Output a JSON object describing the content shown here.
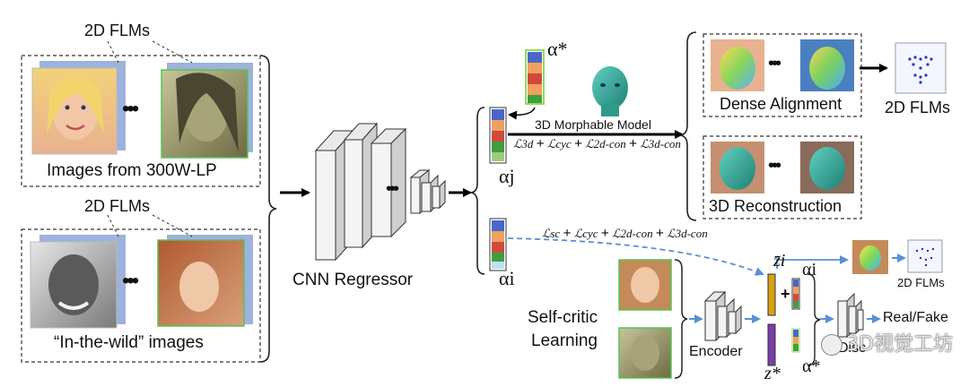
{
  "labels": {
    "flms_top": "2D FLMs",
    "dataset_300w": "Images from 300W-LP",
    "flms_mid": "2D FLMs",
    "dataset_wild": "“In-the-wild” images",
    "cnn_regressor": "CNN Regressor",
    "alpha_star_top": "α*",
    "morphable_model": "3D Morphable Model",
    "alpha_j": "αj",
    "alpha_i": "αi",
    "dense_alignment": "Dense Alignment",
    "flms_out": "2D FLMs",
    "reconstruction": "3D Reconstruction",
    "self_critic_1": "Self-critic",
    "self_critic_2": "Learning",
    "encoder": "Encoder",
    "z_bar_i": "z̄i",
    "alpha_i_small": "αi",
    "plus": "+",
    "z_star": "z*",
    "alpha_star_bottom": "α*",
    "disc": "Disc",
    "real_fake": "Real/Fake",
    "flms_small": "2D FLMs",
    "ellipsis": "•••",
    "watermark": "3D视觉工坊"
  },
  "loss_top": {
    "terms": [
      "ℒ3d",
      "ℒcyc",
      "ℒ2d-con",
      "ℒ3d-con"
    ],
    "ops": [
      "+",
      "+",
      "+"
    ]
  },
  "loss_bottom": {
    "terms": [
      "ℒsc",
      "ℒcyc",
      "ℒ2d-con",
      "ℒ3d-con"
    ],
    "ops": [
      "+",
      "+",
      "+"
    ]
  },
  "colors": {
    "param_blue": "#4a66c8",
    "param_orange": "#f0a060",
    "param_red": "#d04a3c",
    "param_green": "#3f9e3f",
    "param_lightgreen": "#9ccc7a",
    "arrow_blue": "#5b8fd6",
    "head_teal": "#2f9a8a",
    "z_gold": "#d9a214",
    "z_purple": "#7b3fa8"
  }
}
